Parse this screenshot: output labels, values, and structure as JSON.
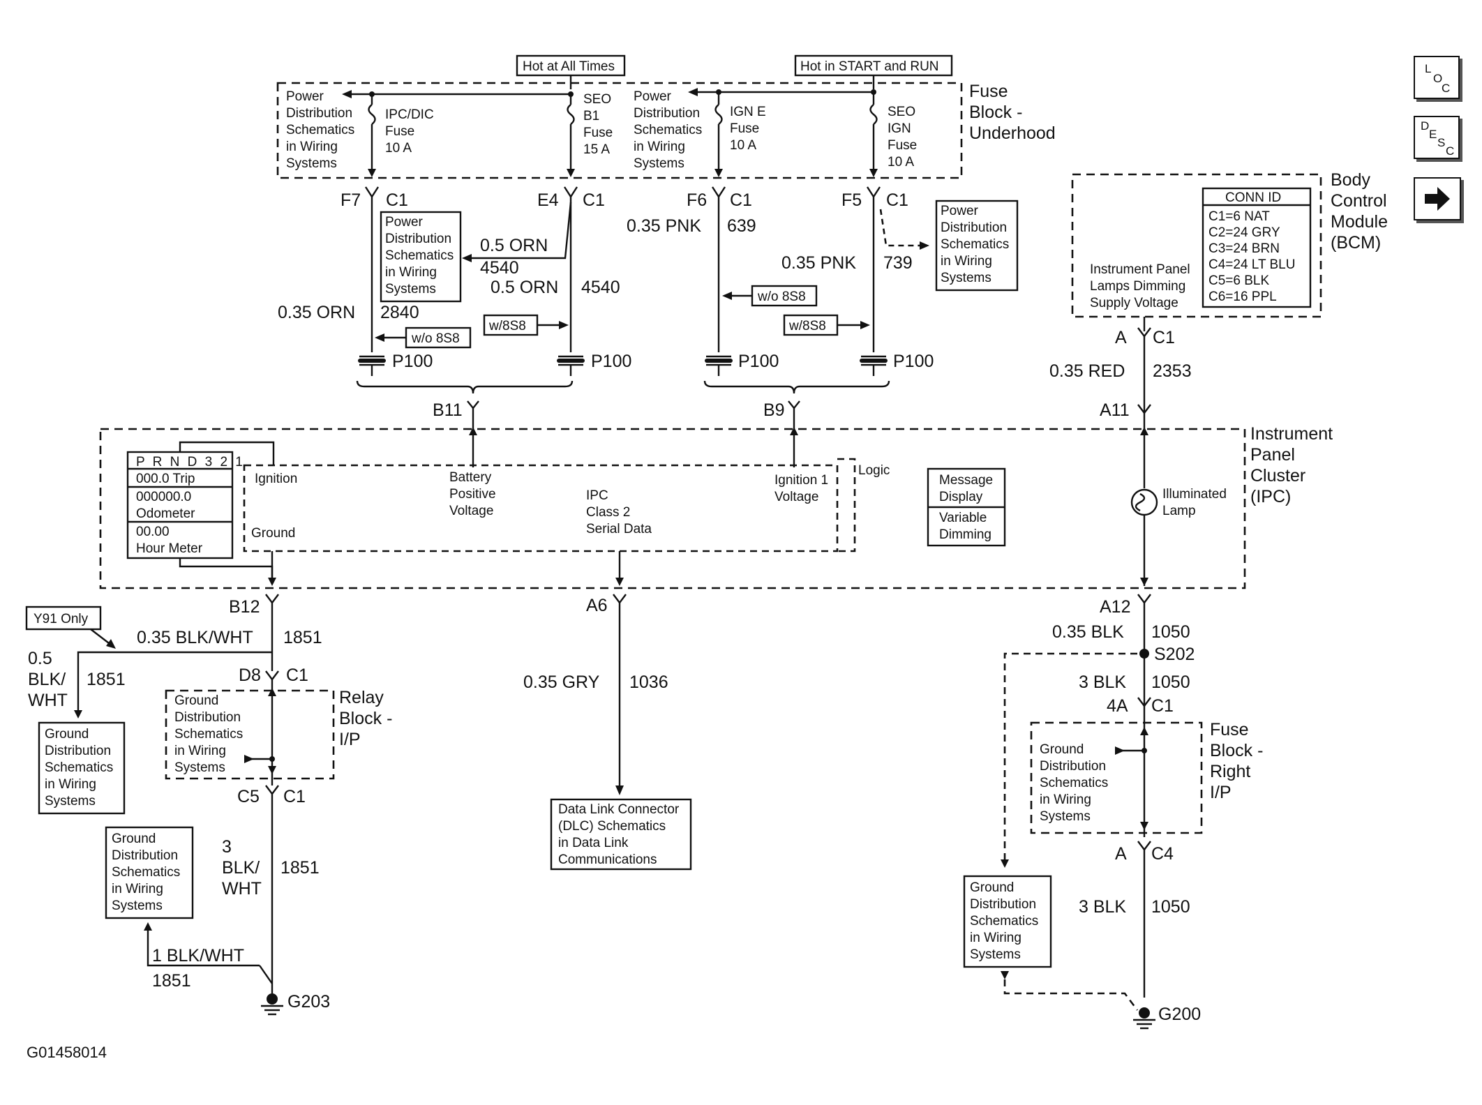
{
  "supply_labels": {
    "hot_at_all_times": "Hot at All Times",
    "hot_in_start_run": "Hot in START and RUN"
  },
  "fuse_block_underhood": {
    "title_lines": [
      "Fuse",
      "Block -",
      "Underhood"
    ],
    "power_dist_lines": [
      "Power",
      "Distribution",
      "Schematics",
      "in Wiring",
      "Systems"
    ],
    "fuse_ipc_dic": [
      "IPC/DIC",
      "Fuse",
      "10 A"
    ],
    "fuse_seo_b1": [
      "SEO",
      "B1",
      "Fuse",
      "15 A"
    ],
    "fuse_ign_e": [
      "IGN E",
      "Fuse",
      "10 A"
    ],
    "fuse_seo_ign": [
      "SEO",
      "IGN",
      "Fuse",
      "10 A"
    ]
  },
  "connectors": {
    "f7": "F7",
    "e4": "E4",
    "f6": "F6",
    "f5": "F5",
    "c1": "C1",
    "p100": "P100",
    "b11": "B11",
    "b9": "B9",
    "a11": "A11",
    "a": "A",
    "b12": "B12",
    "a6": "A6",
    "a12": "A12",
    "d8": "D8",
    "c5": "C5",
    "s202": "S202",
    "four_a": "4A",
    "c4": "C4"
  },
  "wires": {
    "w2840_color": "0.35 ORN",
    "w2840_num": "2840",
    "w4540a_color": "0.5 ORN",
    "w4540a_num": "4540",
    "w4540b_color": "0.5 ORN",
    "w4540b_num": "4540",
    "w639_color": "0.35 PNK",
    "w639_num": "639",
    "w739_color": "0.35 PNK",
    "w739_num": "739",
    "w2353_color": "0.35 RED",
    "w2353_num": "2353",
    "w1851a_color": "0.35 BLK/WHT",
    "w1851a_num": "1851",
    "w1851b_color_lines": [
      "0.5",
      "BLK/",
      "WHT"
    ],
    "w1851b_num": "1851",
    "w1851c_color_lines": [
      "3",
      "BLK/",
      "WHT"
    ],
    "w1851c_num": "1851",
    "w1851d_color": "1 BLK/WHT",
    "w1851d_num": "1851",
    "w1036_color": "0.35 GRY",
    "w1036_num": "1036",
    "w1050a_color": "0.35 BLK",
    "w1050a_num": "1050",
    "w1050b_color": "3 BLK",
    "w1050b_num": "1050",
    "w1050c_color": "3 BLK",
    "w1050c_num": "1050"
  },
  "options": {
    "wo8s8": "w/o 8S8",
    "w8s8": "w/8S8",
    "y91": "Y91 Only"
  },
  "refs": {
    "power_dist_lines": [
      "Power",
      "Distribution",
      "Schematics",
      "in Wiring",
      "Systems"
    ],
    "ground_dist_lines": [
      "Ground",
      "Distribution",
      "Schematics",
      "in Wiring",
      "Systems"
    ],
    "dlc_lines": [
      "Data Link Connector",
      "(DLC) Schematics",
      "in Data Link",
      "Communications"
    ]
  },
  "bcm": {
    "title_lines": [
      "Body",
      "Control",
      "Module",
      "(BCM)"
    ],
    "supply_lines": [
      "Instrument Panel",
      "Lamps Dimming",
      "Supply Voltage"
    ],
    "conn_id_title": "CONN ID",
    "conn_ids": [
      "C1=6 NAT",
      "C2=24 GRY",
      "C3=24 BRN",
      "C4=24 LT BLU",
      "C5=6 BLK",
      "C6=16 PPL"
    ]
  },
  "ipc": {
    "title_lines": [
      "Instrument",
      "Panel",
      "Cluster",
      "(IPC)"
    ],
    "display_rows": [
      "P R N D 3 2 1",
      "000.0 Trip",
      "000000.0",
      "Odometer",
      "00.00",
      "Hour Meter"
    ],
    "ignition": "Ignition",
    "ground": "Ground",
    "battery_lines": [
      "Battery",
      "Positive",
      "Voltage"
    ],
    "serial_lines": [
      "IPC",
      "Class 2",
      "Serial Data"
    ],
    "ign1_lines": [
      "Ignition 1",
      "Voltage"
    ],
    "logic": "Logic",
    "message_lines": [
      "Message",
      "Display"
    ],
    "dimming_lines": [
      "Variable",
      "Dimming"
    ],
    "lamp_lines": [
      "Illuminated",
      "Lamp"
    ]
  },
  "relay_block": {
    "title_lines": [
      "Relay",
      "Block -",
      "I/P"
    ]
  },
  "fuse_block_right": {
    "title_lines": [
      "Fuse",
      "Block -",
      "Right",
      "I/P"
    ]
  },
  "grounds": {
    "g203": "G203",
    "g200": "G200"
  },
  "nav": {
    "loc_letters": [
      "L",
      "O",
      "C"
    ],
    "desc_letters": [
      "D",
      "E",
      "S",
      "C"
    ],
    "next_icon": "right-arrow-icon"
  },
  "figure_id": "G01458014"
}
